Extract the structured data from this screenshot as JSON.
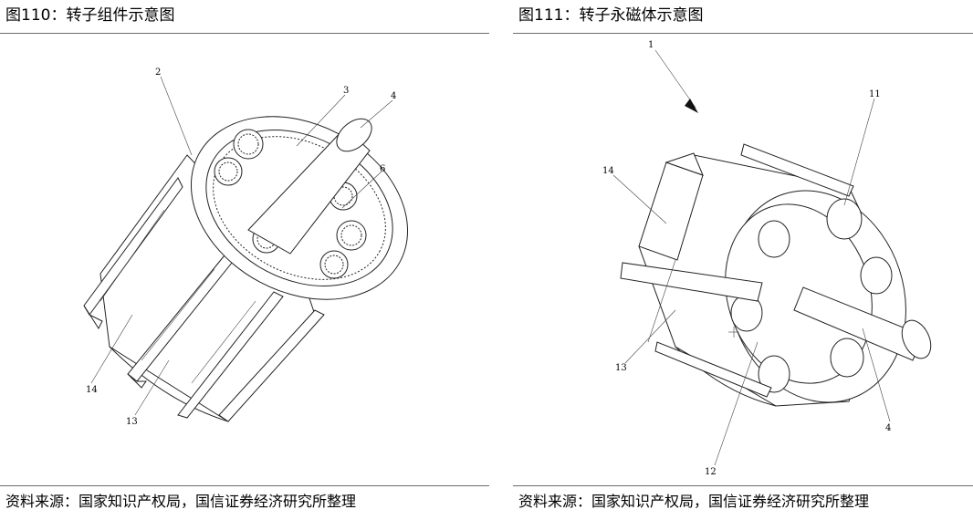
{
  "figures": [
    {
      "title": "图110：转子组件示意图",
      "source": "资料来源：国家知识产权局，国信证券经济研究所整理",
      "labels": {
        "l2": "2",
        "l3": "3",
        "l4": "4",
        "l6": "6",
        "l13": "13",
        "l14": "14"
      }
    },
    {
      "title": "图111：转子永磁体示意图",
      "source": "资料来源：国家知识产权局，国信证券经济研究所整理",
      "labels": {
        "l1": "1",
        "l4": "4",
        "l11": "11",
        "l12": "12",
        "l13": "13",
        "l14": "14"
      }
    }
  ]
}
